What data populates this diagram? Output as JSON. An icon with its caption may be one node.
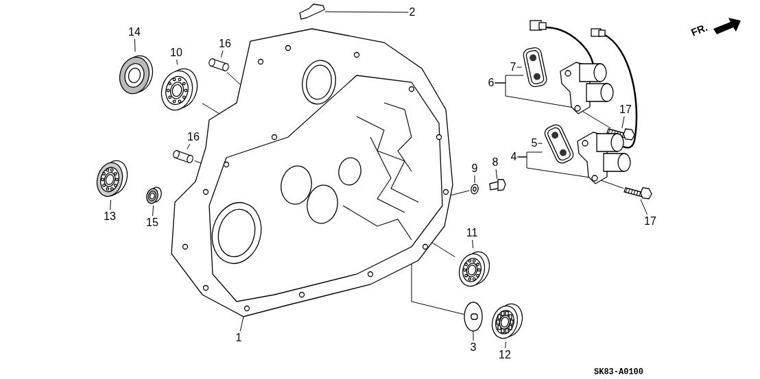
{
  "diagram": {
    "nodes": [
      {
        "text": [
          "2"
        ]
      },
      {
        "text": [],
        "shape": "picture"
      },
      {
        "text": [
          "14"
        ]
      },
      {
        "text": [],
        "shape": "picture"
      },
      {
        "text": [
          "10"
        ]
      },
      {
        "text": [],
        "shape": "picture"
      },
      {
        "text": [
          "16"
        ]
      },
      {
        "text": [],
        "shape": "picture"
      },
      {
        "text": [
          "7"
        ]
      },
      {
        "text": [],
        "shape": "picture"
      },
      {
        "text": [
          "6"
        ]
      },
      {
        "text": [],
        "shape": "picture"
      },
      {
        "text": [
          "17"
        ]
      },
      {
        "text": [],
        "shape": "picture"
      },
      {
        "text": [
          "16"
        ]
      },
      {
        "text": [],
        "shape": "picture"
      },
      {
        "text": [
          "5"
        ]
      },
      {
        "text": [],
        "shape": "picture"
      },
      {
        "text": [
          "4"
        ]
      },
      {
        "text": [],
        "shape": "picture"
      },
      {
        "text": [
          "9"
        ]
      },
      {
        "text": [],
        "shape": "picture"
      },
      {
        "text": [
          "8"
        ]
      },
      {
        "text": [],
        "shape": "picture"
      },
      {
        "text": [],
        "shape": "picture"
      },
      {
        "text": [
          "13"
        ]
      },
      {
        "text": [],
        "shape": "picture"
      },
      {
        "text": [
          "15"
        ]
      },
      {
        "text": [],
        "shape": "picture"
      },
      {
        "text": [
          "17"
        ]
      },
      {
        "text": [],
        "shape": "picture"
      },
      {
        "text": [
          "11"
        ]
      },
      {
        "text": [],
        "shape": "picture"
      },
      {
        "text": [
          "1"
        ]
      },
      {
        "text": [
          "3"
        ]
      },
      {
        "text": [],
        "shape": "picture"
      },
      {
        "text": [
          "12"
        ]
      },
      {
        "text": [],
        "shape": "picture"
      }
    ],
    "edges": [
      {
        "from": 0,
        "to": 1,
        "arrow": "none"
      },
      {
        "from": 2,
        "to": 3,
        "arrow": "none"
      },
      {
        "from": 4,
        "to": 5,
        "arrow": "none"
      },
      {
        "from": 6,
        "to": 7,
        "arrow": "none"
      },
      {
        "from": 8,
        "to": 9,
        "arrow": "none"
      },
      {
        "from": 10,
        "to": 11,
        "arrow": "none"
      },
      {
        "from": 12,
        "to": 13,
        "arrow": "none"
      },
      {
        "from": 14,
        "to": 15,
        "arrow": "none"
      },
      {
        "from": 16,
        "to": 17,
        "arrow": "none"
      },
      {
        "from": 18,
        "to": 19,
        "arrow": "none"
      },
      {
        "from": 20,
        "to": 21,
        "arrow": "none"
      },
      {
        "from": 22,
        "to": 23,
        "arrow": "none"
      },
      {
        "from": 25,
        "to": 26,
        "arrow": "none"
      },
      {
        "from": 27,
        "to": 28,
        "arrow": "none"
      },
      {
        "from": 29,
        "to": 30,
        "arrow": "none"
      },
      {
        "from": 31,
        "to": 32,
        "arrow": "none"
      },
      {
        "from": 33,
        "to": 24,
        "arrow": "none"
      },
      {
        "from": 34,
        "to": 35,
        "arrow": "none"
      },
      {
        "from": 36,
        "to": 37,
        "arrow": "none"
      },
      {
        "from": 5,
        "to": 24,
        "arrow": "none"
      },
      {
        "from": 7,
        "to": 24,
        "arrow": "none"
      },
      {
        "from": 15,
        "to": 24,
        "arrow": "none"
      },
      {
        "from": 21,
        "to": 24,
        "arrow": "none"
      },
      {
        "from": 13,
        "to": 11,
        "arrow": "none"
      },
      {
        "from": 30,
        "to": 19,
        "arrow": "none"
      },
      {
        "from": 32,
        "to": 24,
        "arrow": "none"
      },
      {
        "from": 35,
        "to": 24,
        "arrow": "none"
      },
      {
        "from": 10,
        "to": 9,
        "arrow": "none"
      },
      {
        "from": 18,
        "to": 17,
        "arrow": "none"
      }
    ],
    "labels": [
      "FR.",
      "SK83-A0100"
    ]
  }
}
